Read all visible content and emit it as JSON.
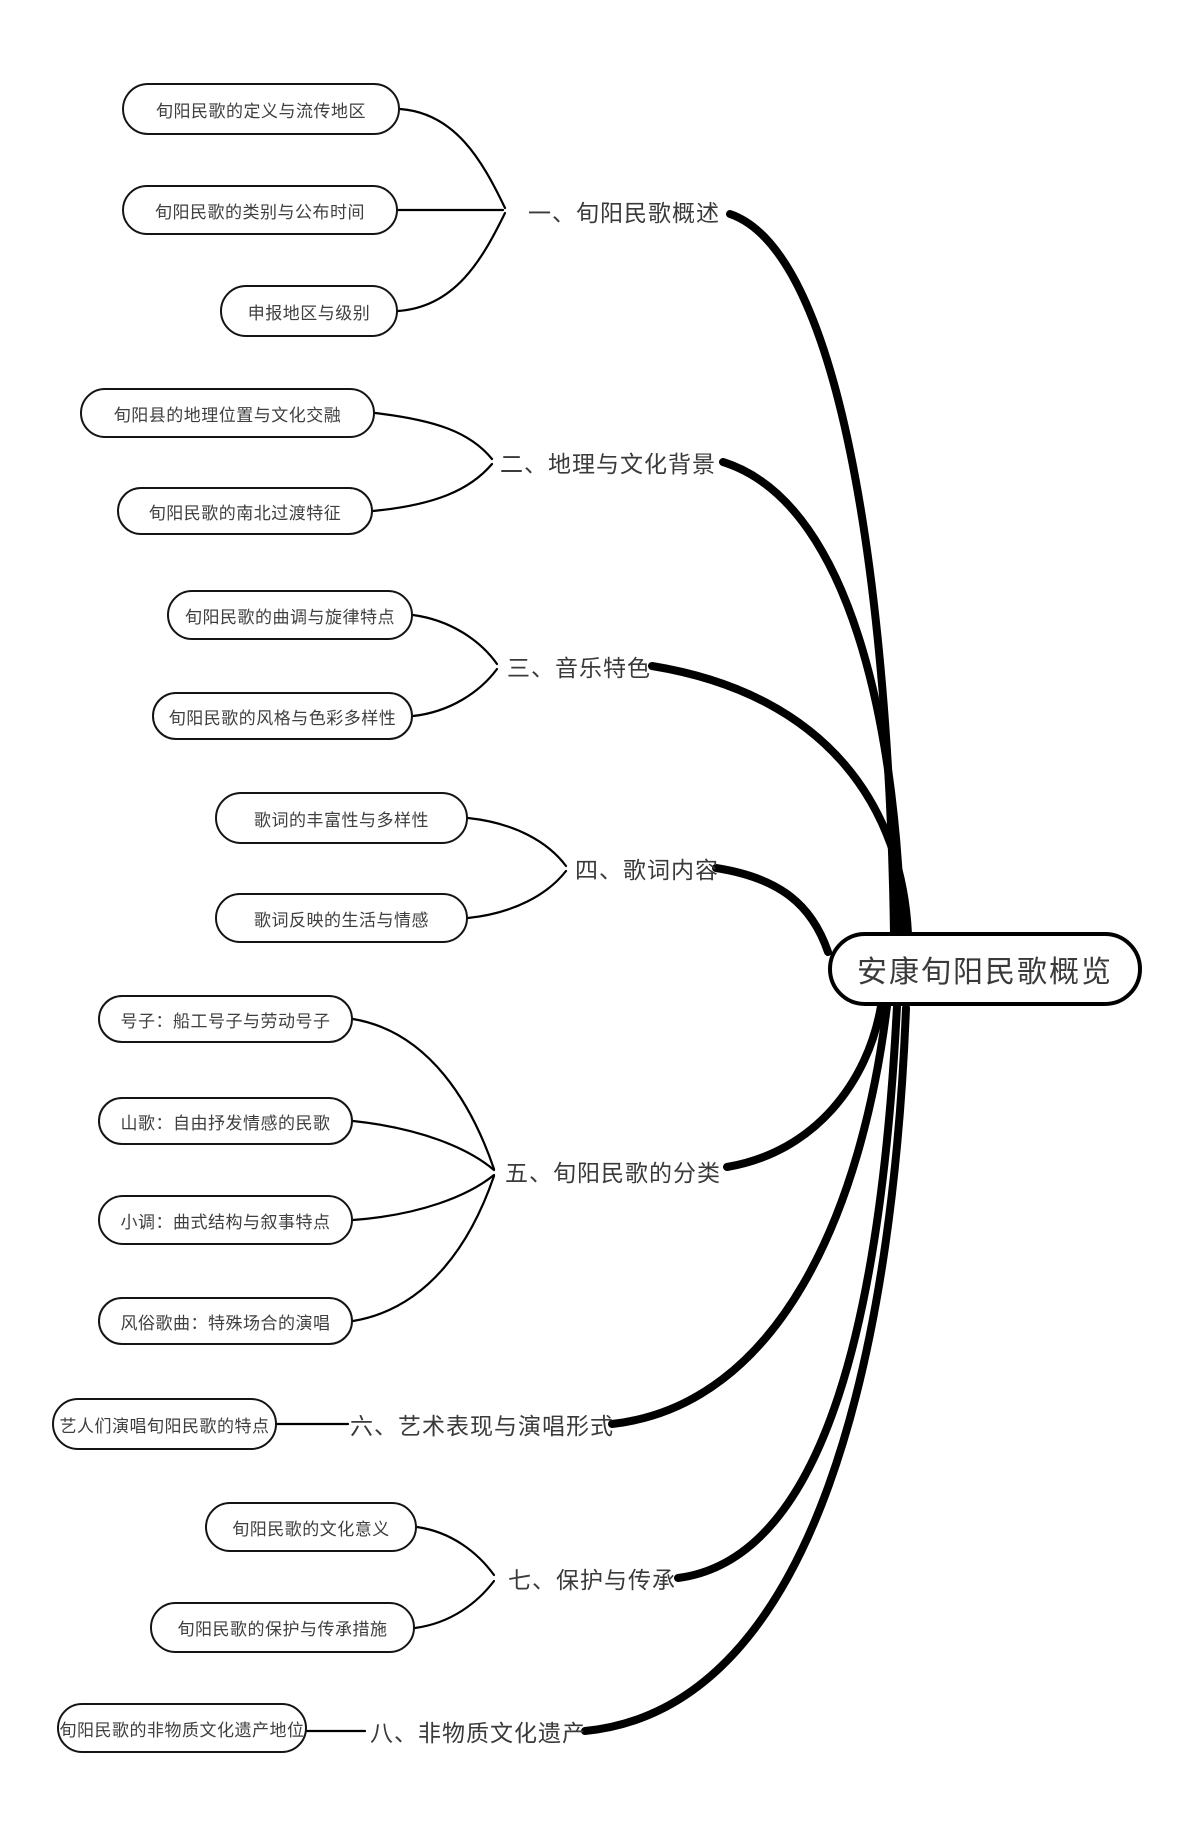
{
  "title": "安康旬阳民歌概览",
  "root": {
    "label": "安康旬阳民歌概览"
  },
  "branches": [
    {
      "label": "一、旬阳民歌概述",
      "children": [
        "旬阳民歌的定义与流传地区",
        "旬阳民歌的类别与公布时间",
        "申报地区与级别"
      ]
    },
    {
      "label": "二、地理与文化背景",
      "children": [
        "旬阳县的地理位置与文化交融",
        "旬阳民歌的南北过渡特征"
      ]
    },
    {
      "label": "三、音乐特色",
      "children": [
        "旬阳民歌的曲调与旋律特点",
        "旬阳民歌的风格与色彩多样性"
      ]
    },
    {
      "label": "四、歌词内容",
      "children": [
        "歌词的丰富性与多样性",
        "歌词反映的生活与情感"
      ]
    },
    {
      "label": "五、旬阳民歌的分类",
      "children": [
        "号子：船工号子与劳动号子",
        "山歌：自由抒发情感的民歌",
        "小调：曲式结构与叙事特点",
        "风俗歌曲：特殊场合的演唱"
      ]
    },
    {
      "label": "六、艺术表现与演唱形式",
      "children": [
        "艺人们演唱旬阳民歌的特点"
      ]
    },
    {
      "label": "七、保护与传承",
      "children": [
        "旬阳民歌的文化意义",
        "旬阳民歌的保护与传承措施"
      ]
    },
    {
      "label": "八、非物质文化遗产",
      "children": [
        "旬阳民歌的非物质文化遗产地位"
      ]
    }
  ],
  "colors": {
    "line": "#000000",
    "node_border": "#141414",
    "text": "#3f3f3f",
    "background": "#ffffff"
  }
}
